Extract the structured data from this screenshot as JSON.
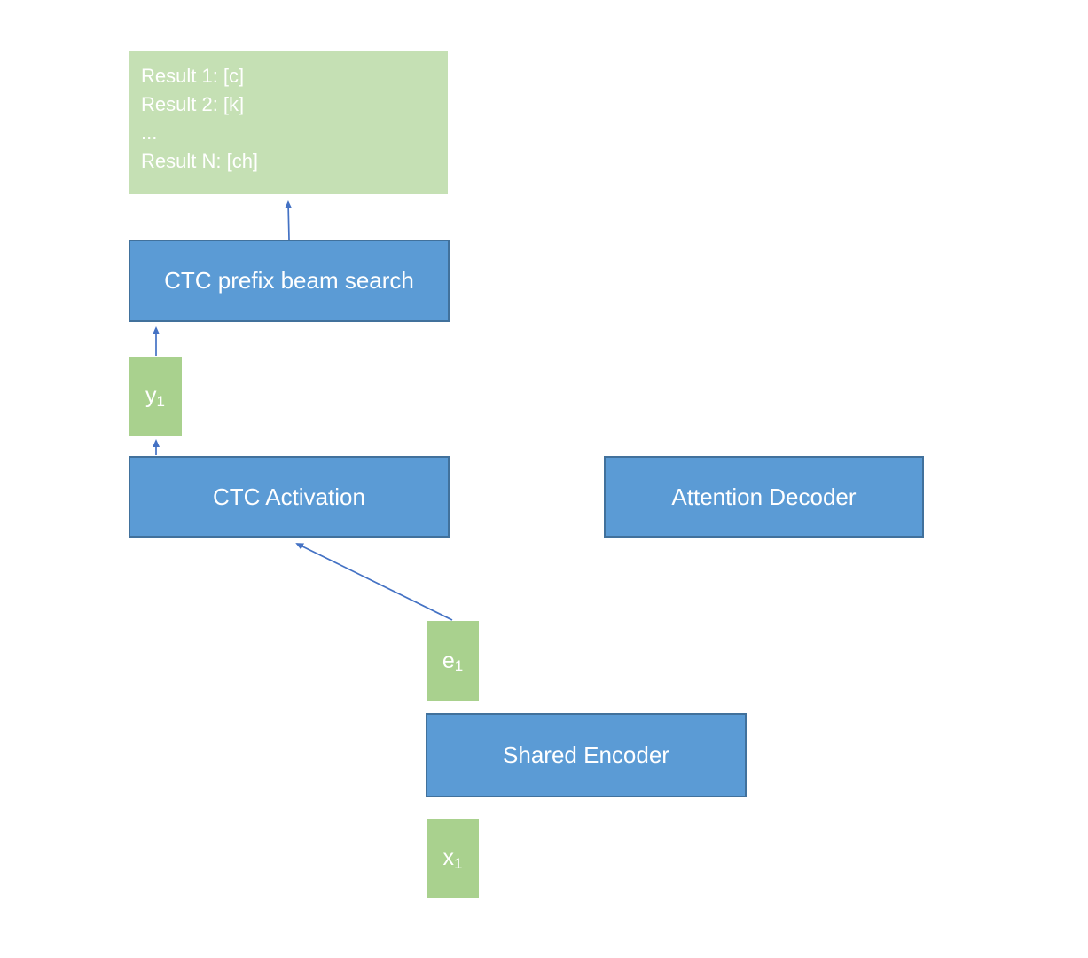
{
  "diagram": {
    "results_box": {
      "lines": [
        "Result 1: [c]",
        "Result 2: [k]",
        "...",
        "Result N: [ch]"
      ]
    },
    "nodes": {
      "beam_search": {
        "label": "CTC prefix beam search"
      },
      "ctc_activation": {
        "label": "CTC Activation"
      },
      "attention_decoder": {
        "label": "Attention Decoder"
      },
      "shared_encoder": {
        "label": "Shared Encoder"
      },
      "y1": {
        "base": "y",
        "sub": "1"
      },
      "e1": {
        "base": "e",
        "sub": "1"
      },
      "x1": {
        "base": "x",
        "sub": "1"
      }
    },
    "edges": [
      {
        "from": "beam_search",
        "to": "results_box"
      },
      {
        "from": "y1",
        "to": "beam_search"
      },
      {
        "from": "ctc_activation",
        "to": "y1"
      },
      {
        "from": "e1",
        "to": "ctc_activation"
      }
    ],
    "colors": {
      "blue_fill": "#5B9BD5",
      "blue_border": "#41719C",
      "light_green_fill": "#C5E0B4",
      "medium_green_fill": "#A9D18E",
      "arrow": "#4472C4",
      "text": "#FFFFFF"
    }
  }
}
